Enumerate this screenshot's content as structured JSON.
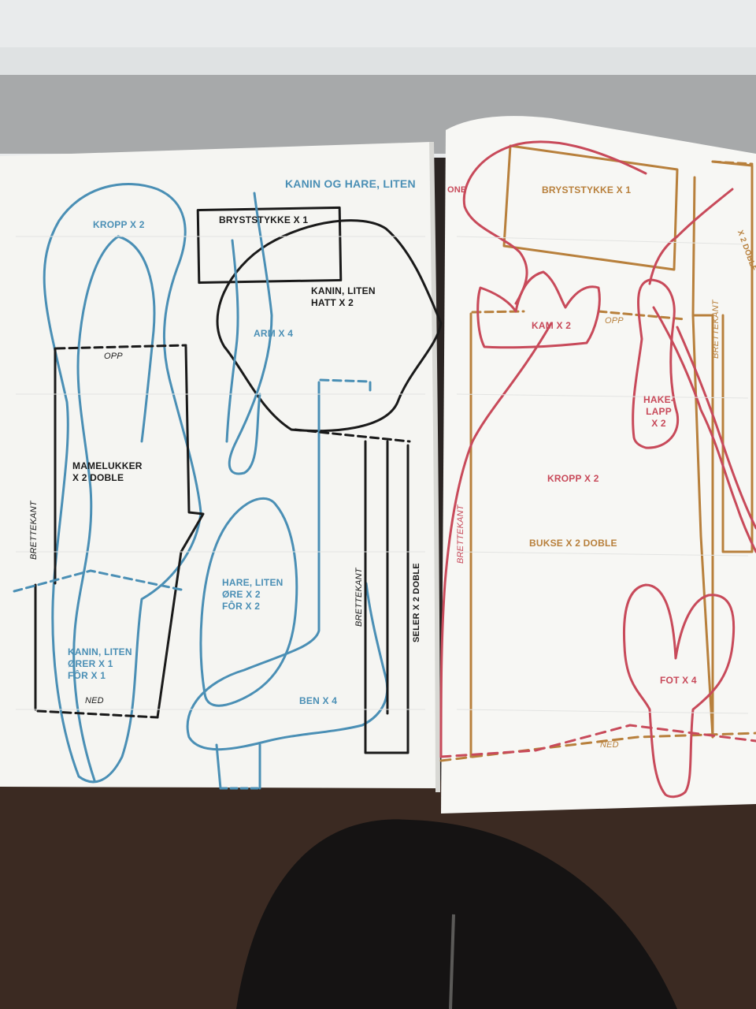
{
  "left_page": {
    "title": "KANIN OG HARE, LITEN",
    "labels": {
      "kropp": "KROPP X 2",
      "brystykke": "BRYSTSTYKKE X 1",
      "kanin_hatt": "KANIN, LITEN\nHATT X 2",
      "arm": "ARM X 4",
      "opp": "OPP",
      "mamelukker": "MAMELUKKER\nX 2 DOBLE",
      "brettekant_1": "BRETTEKANT",
      "hare_ore": "HARE, LITEN\nØRE X 2\nFÔR X 2",
      "brettekant_2": "BRETTEKANT",
      "seler": "SELER X 2 DOBLE",
      "kanin_orer": "KANIN, LITEN\nØRER X 1\nFÔR X 1",
      "ned": "NED",
      "ben": "BEN X 4"
    }
  },
  "right_page": {
    "title_fragment": "ONE",
    "labels": {
      "brystykke": "BRYSTSTYKKE X 1",
      "kam": "KAM X 2",
      "opp": "OPP",
      "brettekant_1": "BRETTEKANT",
      "hakelapp": "HAKE-\nLAPP\nX 2",
      "kropp": "KROPP X 2",
      "brettekant_2": "BRETTEKANT",
      "bukse": "BUKSE X 2 DOBLE",
      "fot": "FOT X 4",
      "ned": "NED",
      "edge_text": "X 2 DOBLE"
    }
  },
  "colors": {
    "blue": "#4a8fb5",
    "black": "#1a1a1a",
    "red": "#c84a5a",
    "orange": "#b8803c",
    "paper": "#f4f4f1"
  }
}
